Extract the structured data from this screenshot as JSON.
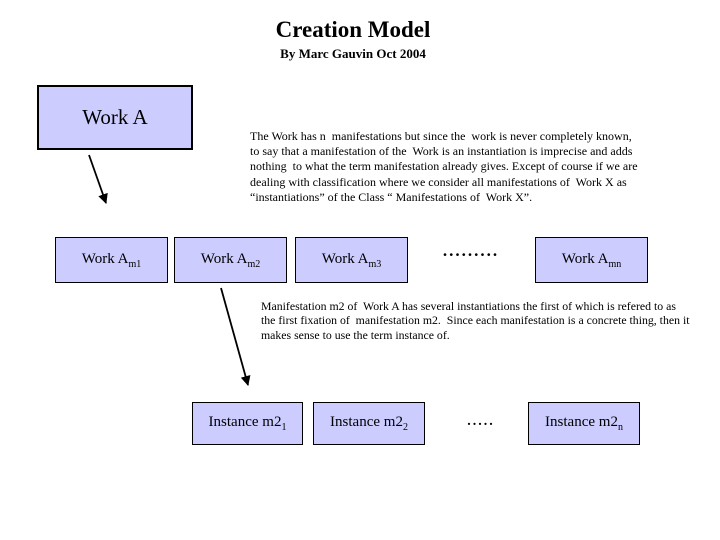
{
  "slide": {
    "title": "Creation Model",
    "subtitle": "By Marc Gauvin Oct 2004"
  },
  "colors": {
    "box_fill": "#ccccff",
    "box_border": "#000000",
    "slide_background": "#ffffff",
    "text_color": "#000000"
  },
  "work_a": {
    "label": "Work A"
  },
  "paragraphs": {
    "manifestations": "The Work has n  manifestations but since the  work is never completely known,\nto say that a manifestation of the  Work is an instantiation is imprecise and adds\nnothing  to what the term manifestation already gives. Except of course if we are\ndealing with classification where we consider all manifestations of  Work X as\n“instantiations” of the Class “ Manifestations of  Work X”.",
    "instances": "Manifestation m2 of  Work A has several instantiations the first of which is refered to as\nthe first fixation of  manifestation m2.  Since each manifestation is a concrete thing, then it\nmakes sense to use the term instance of."
  },
  "manifestation_row": {
    "boxes": [
      {
        "base": "Work A",
        "sub": "m1"
      },
      {
        "base": "Work A",
        "sub": "m2"
      },
      {
        "base": "Work A",
        "sub": "m3"
      },
      {
        "base": "Work A",
        "sub": "mn"
      }
    ],
    "ellipsis": "........."
  },
  "instance_row": {
    "boxes": [
      {
        "base": "Instance m2",
        "sub": "1"
      },
      {
        "base": "Instance m2",
        "sub": "2"
      },
      {
        "base": "Instance m2",
        "sub": "n"
      }
    ],
    "ellipsis": "....."
  }
}
